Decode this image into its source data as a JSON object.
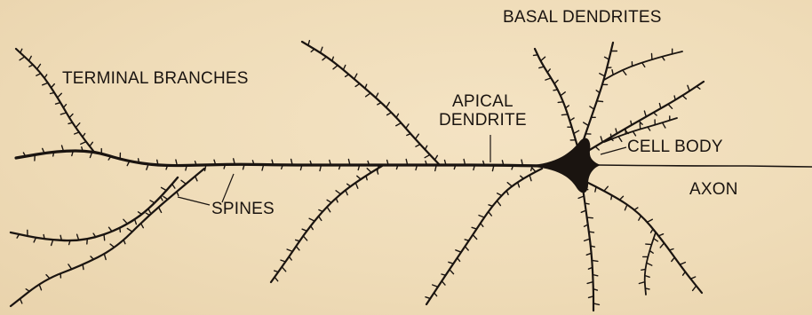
{
  "labels": {
    "terminal_branches": "TERMINAL BRANCHES",
    "basal_dendrites": "BASAL DENDRITES",
    "apical_dendrite_line1": "APICAL",
    "apical_dendrite_line2": "DENDRITE",
    "cell_body": "CELL BODY",
    "axon": "AXON",
    "spines": "SPINES"
  },
  "colors": {
    "background": "#f0debb",
    "ink": "#1a1410"
  }
}
